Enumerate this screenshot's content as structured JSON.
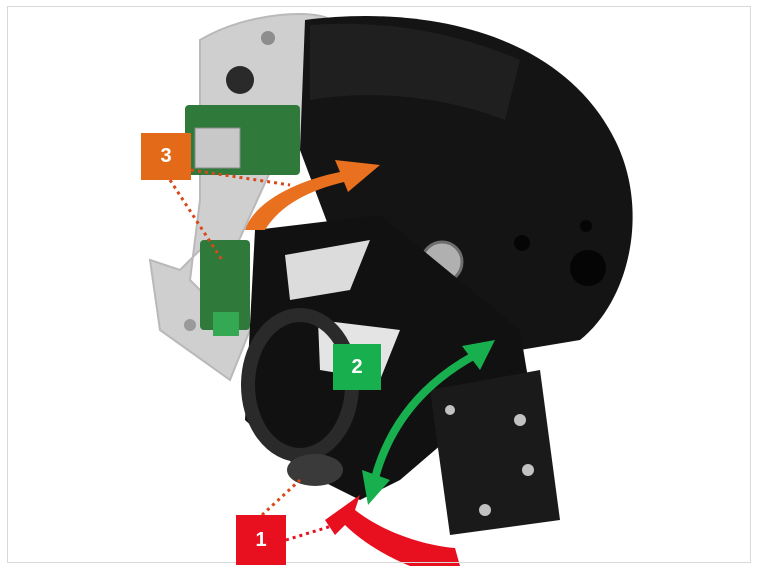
{
  "callouts": [
    {
      "label": "1",
      "color": "#e8101e"
    },
    {
      "label": "2",
      "color": "#18b04e"
    },
    {
      "label": "3",
      "color": "#e26a18"
    }
  ],
  "colors": {
    "camera_body": "#141414",
    "pcb_green": "#2f7a3a",
    "mount_plate": "#d4d4d4",
    "arrow_red": "#e8101e",
    "arrow_green": "#18b04e",
    "arrow_orange": "#e8701e",
    "dotted_leader": "#d84818"
  }
}
